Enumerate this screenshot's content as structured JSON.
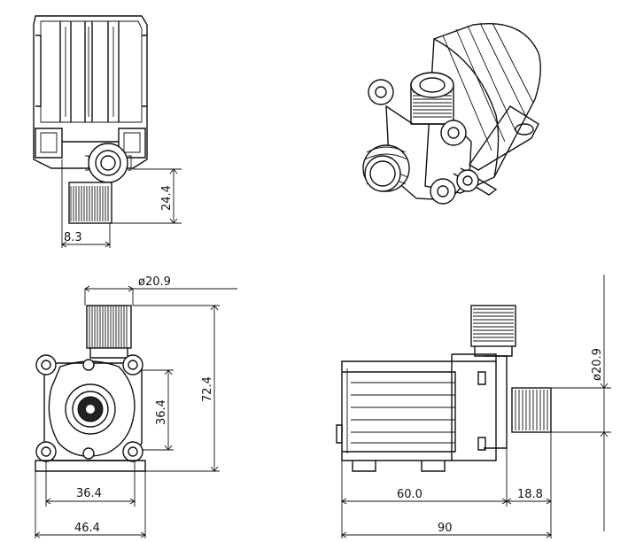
{
  "drawing": {
    "dimensions": {
      "top_left_height": "24.4",
      "top_left_offset": "8.3",
      "front_diameter": "ø20.9",
      "front_total_height": "72.4",
      "front_inner_height": "36.4",
      "front_inner_width": "36.4",
      "front_total_width": "46.4",
      "side_diameter": "ø20.9",
      "side_body_length": "60.0",
      "side_outlet_length": "18.8",
      "side_total_length": "90"
    },
    "views": [
      "top-view",
      "isometric-view",
      "front-view",
      "side-view"
    ]
  }
}
